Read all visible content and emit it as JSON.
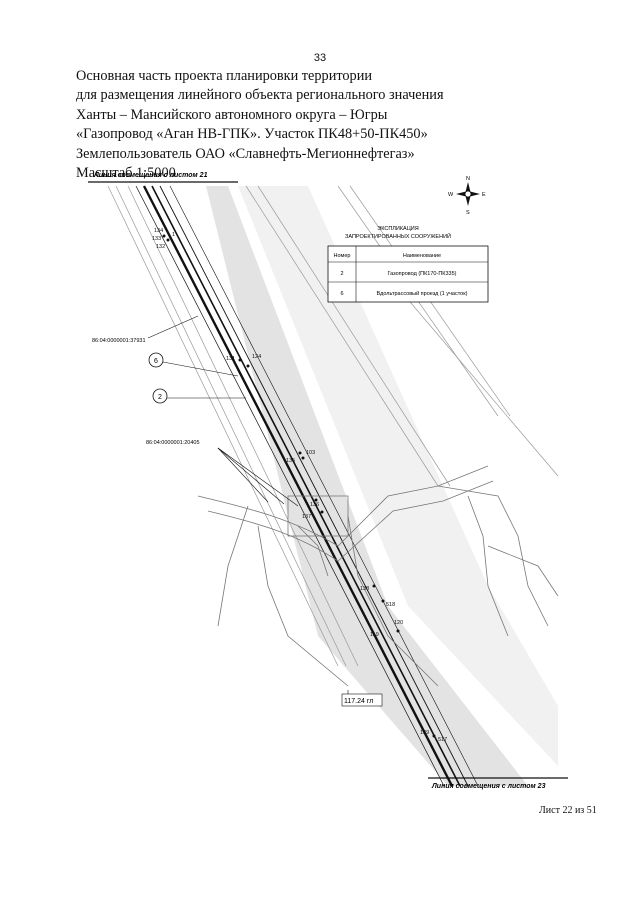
{
  "page_number": "33",
  "header": {
    "lines": [
      "Основная часть проекта планировки территории",
      "для размещения линейного объекта регионального значения",
      "Ханты – Мансийского автономного округа – Югры",
      "«Газопровод «Аган НВ-ГПК». Участок ПК48+50-ПК450»",
      "Землепользователь ОАО «Славнефть-Мегионнефтегаз»",
      "Масштаб 1:5000"
    ]
  },
  "map": {
    "top_match_line": "Линия совмещения с листом 21",
    "bottom_match_line": "Линия совмещения с листом 23",
    "compass": {
      "n": "N",
      "s": "S",
      "w": "W",
      "e": "E"
    },
    "cadastral_1": "86:04:0000001:37931",
    "cadastral_2": "86:04:0000001:20405",
    "callout_6": "6",
    "callout_2": "2",
    "elevation_label": "117.24 гл",
    "point_labels": [
      "134",
      "1",
      "132",
      "133",
      "124",
      "131",
      "135",
      "103",
      "136",
      "137",
      "518",
      "138",
      "119",
      "120",
      "139",
      "517"
    ],
    "legend": {
      "title_line1": "ЭКСПЛИКАЦИЯ",
      "title_line2": "ЗАПРОЕКТИРОВАННЫХ СООРУЖЕНИЙ",
      "col_number": "Номер",
      "col_name": "Наименование",
      "rows": [
        {
          "number": "2",
          "name": "Газопровод (ПК170-ПК335)"
        },
        {
          "number": "6",
          "name": "Вдольтрассовый проезд (1 участок)"
        }
      ]
    }
  },
  "footer": {
    "sheet_label": "Лист 22 из 51"
  }
}
